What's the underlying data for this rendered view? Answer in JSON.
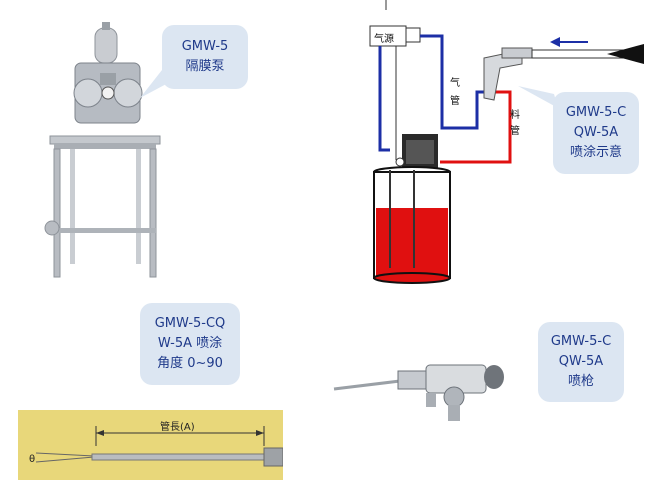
{
  "callouts": {
    "pump": {
      "line1": "GMW-5",
      "line2": "隔膜泵"
    },
    "diagram": {
      "line1": "GMW-5-C",
      "line2": "QW-5A",
      "line3": "喷涂示意"
    },
    "angle": {
      "line1": "GMW-5-CQ",
      "line2": "W-5A 喷涂",
      "line3": "角度 0~90"
    },
    "gun": {
      "line1": "GMW-5-C",
      "line2": "QW-5A",
      "line3": "喷枪"
    }
  },
  "diagram": {
    "air_source": "气源",
    "air_pipe": [
      "气",
      "管"
    ],
    "material_pipe": [
      "料",
      "管"
    ]
  },
  "nozzle_photo": {
    "length_label": "管長(A)",
    "angle_symbol": "θ"
  },
  "colors": {
    "callout_bg": "#dce6f2",
    "callout_text": "#1f3a8a",
    "paint_red": "#e01010",
    "air_blue": "#1c2fa6",
    "photo_bg": "#e8d77a"
  }
}
